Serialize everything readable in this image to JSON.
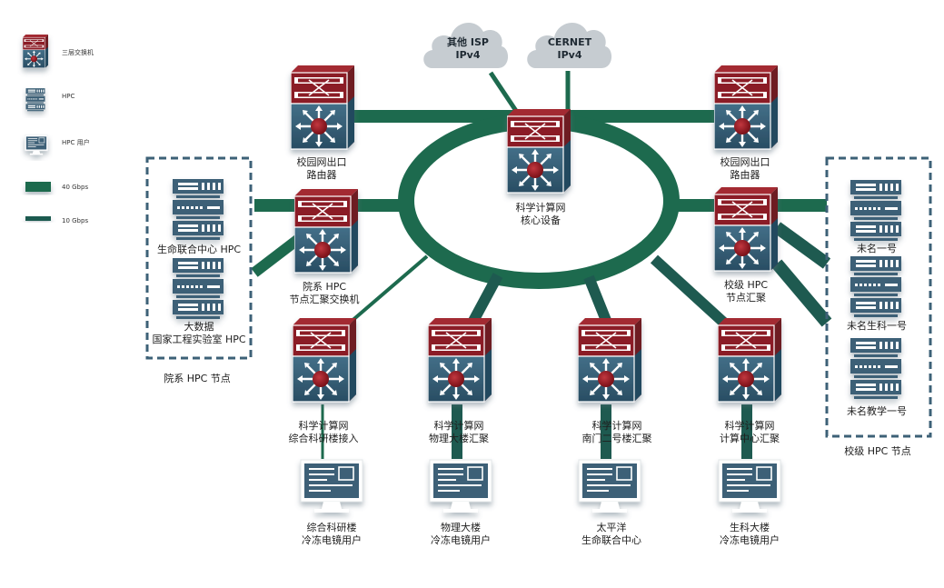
{
  "colors": {
    "link": "#1d6a4e",
    "link_dark": "#1e5a50",
    "switch_top": "#8b1e26",
    "switch_body": "#2f5a72",
    "hpc": "#3d6177",
    "cloud": "#c6ccd1",
    "group_border": "#3d6177"
  },
  "legend": [
    {
      "icon": "l3-switch-icon",
      "label": "三层交换机"
    },
    {
      "icon": "hpc-server-icon",
      "label": "HPC"
    },
    {
      "icon": "hpc-user-monitor-icon",
      "label": "HPC 用户"
    },
    {
      "icon": "link-40g-icon",
      "label": "40 Gbps"
    },
    {
      "icon": "link-10g-icon",
      "label": "10 Gbps"
    }
  ],
  "clouds": [
    {
      "id": "isp",
      "line1": "其他 ISP",
      "line2": "IPv4"
    },
    {
      "id": "cernet",
      "line1": "CERNET",
      "line2": "IPv4"
    }
  ],
  "switches": [
    {
      "id": "core",
      "line1": "科学计算网",
      "line2": "核心设备"
    },
    {
      "id": "router-left",
      "line1": "校园网出口",
      "line2": "路由器"
    },
    {
      "id": "router-right",
      "line1": "校园网出口",
      "line2": "路由器"
    },
    {
      "id": "dept-agg",
      "line1": "院系 HPC",
      "line2": "节点汇聚交换机"
    },
    {
      "id": "school-agg",
      "line1": "校级 HPC",
      "line2": "节点汇聚"
    },
    {
      "id": "acc-research",
      "line1": "科学计算网",
      "line2": "综合科研楼接入"
    },
    {
      "id": "acc-physics",
      "line1": "科学计算网",
      "line2": "物理大楼汇聚"
    },
    {
      "id": "acc-south",
      "line1": "科学计算网",
      "line2": "南门二号楼汇聚"
    },
    {
      "id": "acc-center",
      "line1": "科学计算网",
      "line2": "计算中心汇聚"
    }
  ],
  "users": [
    {
      "id": "u-research",
      "line1": "综合科研楼",
      "line2": "冷冻电镜用户"
    },
    {
      "id": "u-physics",
      "line1": "物理大楼",
      "line2": "冷冻电镜用户"
    },
    {
      "id": "u-pacific",
      "line1": "太平洋",
      "line2": "生命联合中心"
    },
    {
      "id": "u-bio",
      "line1": "生科大楼",
      "line2": "冷冻电镜用户"
    }
  ],
  "groups": {
    "dept": {
      "label": "院系 HPC 节点",
      "servers": [
        {
          "line1": "生命联合中心 HPC",
          "line2": ""
        },
        {
          "line1": "大数据",
          "line2": "国家工程实验室 HPC"
        }
      ]
    },
    "school": {
      "label": "校级 HPC 节点",
      "servers": [
        {
          "line1": "未名一号"
        },
        {
          "line1": "未名生科一号"
        },
        {
          "line1": "未名教学一号"
        }
      ]
    }
  }
}
